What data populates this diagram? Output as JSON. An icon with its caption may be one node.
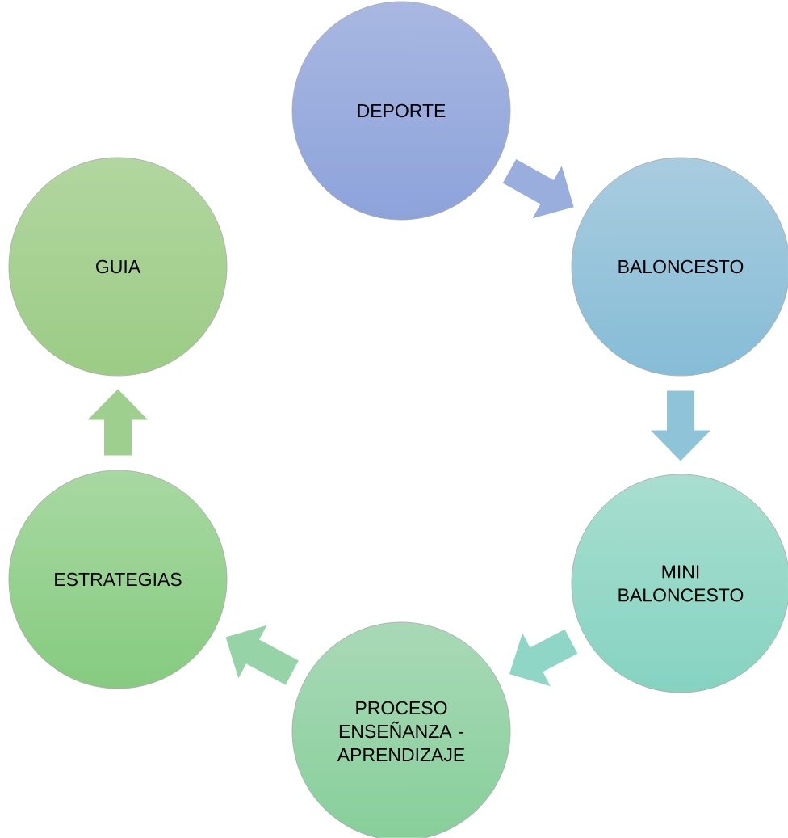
{
  "diagram": {
    "nodes": [
      {
        "text": [
          "DEPORTE"
        ]
      },
      {
        "text": [
          "BALONCESTO"
        ]
      },
      {
        "text": [
          "MINI BALONCESTO"
        ]
      },
      {
        "text": [
          "PROCESO ENSEÑANZA - APRENDIZAJE"
        ]
      },
      {
        "text": [
          "ESTRATEGIAS"
        ]
      },
      {
        "text": [
          "GUIA"
        ]
      }
    ],
    "edges": [
      {
        "from": 0,
        "to": 1,
        "arrow": "to",
        "color": "#9aaede"
      },
      {
        "from": 1,
        "to": 2,
        "arrow": "to",
        "color": "#8fc3d8"
      },
      {
        "from": 2,
        "to": 3,
        "arrow": "to",
        "color": "#8fd6c6"
      },
      {
        "from": 3,
        "to": 4,
        "arrow": "to",
        "color": "#96d3a6"
      },
      {
        "from": 4,
        "to": 5,
        "arrow": "to",
        "color": "#9fcf8e"
      }
    ]
  }
}
